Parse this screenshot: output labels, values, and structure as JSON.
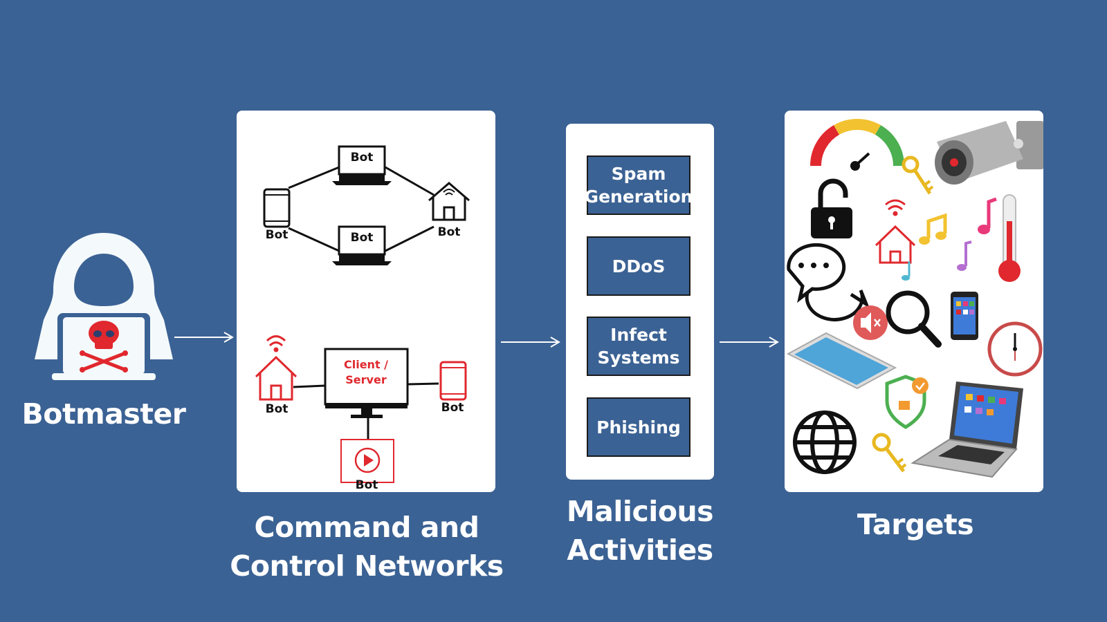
{
  "botmaster": {
    "label": "Botmaster"
  },
  "c2": {
    "title_line1": "Command and",
    "title_line2": "Control Networks",
    "p2p_bots": [
      "Bot",
      "Bot",
      "Bot",
      "Bot"
    ],
    "server_label_line1": "Client /",
    "server_label_line2": "Server",
    "cs_bots": [
      "Bot",
      "Bot",
      "Bot"
    ]
  },
  "malicious": {
    "title_line1": "Malicious",
    "title_line2": "Activities",
    "activities": [
      "Spam\nGeneration",
      "DDoS",
      "Infect\nSystems",
      "Phishing"
    ]
  },
  "targets": {
    "title": "Targets",
    "icons": [
      "gauge-icon",
      "security-camera-icon",
      "key-icon",
      "padlock-icon",
      "wifi-home-icon",
      "music-notes-icon",
      "thermometer-icon",
      "chat-bubbles-icon",
      "mute-icon",
      "magnifier-icon",
      "smartphone-icon",
      "clock-icon",
      "tablet-icon",
      "shield-icon",
      "globe-icon",
      "laptop-icon"
    ]
  },
  "colors": {
    "background": "#3b6294",
    "accent_red": "#e0282e",
    "panel": "#ffffff"
  }
}
